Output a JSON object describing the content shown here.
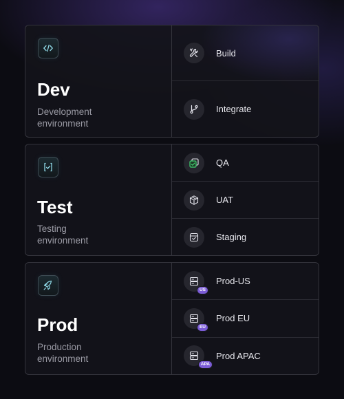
{
  "environments": [
    {
      "title": "Dev",
      "description": "Development environment",
      "icon": "code-icon",
      "stages": [
        {
          "label": "Build",
          "icon": "tools-icon"
        },
        {
          "label": "Integrate",
          "icon": "git-branch-icon"
        }
      ]
    },
    {
      "title": "Test",
      "description": "Testing environment",
      "icon": "check-brackets-icon",
      "stages": [
        {
          "label": "QA",
          "icon": "qa-check-icon"
        },
        {
          "label": "UAT",
          "icon": "package-icon"
        },
        {
          "label": "Staging",
          "icon": "staging-box-icon"
        }
      ]
    },
    {
      "title": "Prod",
      "description": "Production environment",
      "icon": "rocket-icon",
      "stages": [
        {
          "label": "Prod-US",
          "icon": "server-icon",
          "badge": "US"
        },
        {
          "label": "Prod EU",
          "icon": "server-icon",
          "badge": "EU"
        },
        {
          "label": "Prod APAC",
          "icon": "server-icon",
          "badge": "APA"
        }
      ]
    }
  ],
  "colors": {
    "accent": "#7b5cd6",
    "qa_check": "#3fcf6e",
    "icon_tint": "#8fd8e6"
  }
}
